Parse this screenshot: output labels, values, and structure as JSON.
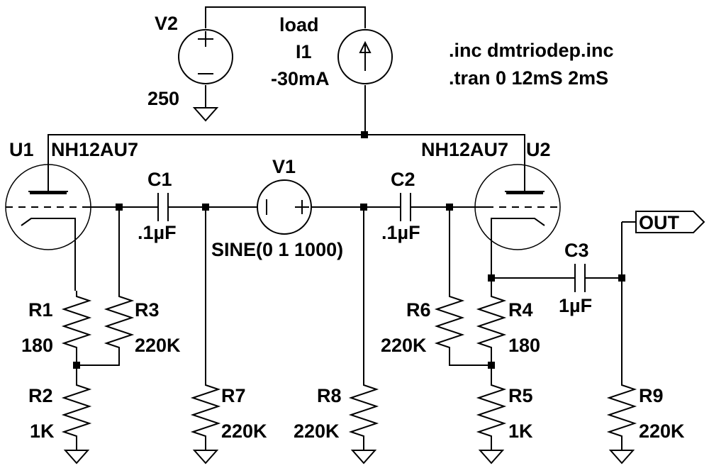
{
  "spice_directives": {
    "include": ".inc dmtriodep.inc",
    "tran": ".tran 0 12mS 2mS"
  },
  "sources": {
    "V2": {
      "name": "V2",
      "value": "250"
    },
    "I1": {
      "name": "I1",
      "label": "load",
      "value": "-30mA"
    },
    "V1": {
      "name": "V1",
      "value": "SINE(0 1 1000)"
    }
  },
  "tubes": {
    "U1": {
      "name": "U1",
      "model": "NH12AU7"
    },
    "U2": {
      "name": "U2",
      "model": "NH12AU7"
    }
  },
  "capacitors": {
    "C1": {
      "name": "C1",
      "value": ".1µF"
    },
    "C2": {
      "name": "C2",
      "value": ".1µF"
    },
    "C3": {
      "name": "C3",
      "value": "1µF"
    }
  },
  "resistors": {
    "R1": {
      "name": "R1",
      "value": "180"
    },
    "R2": {
      "name": "R2",
      "value": "1K"
    },
    "R3": {
      "name": "R3",
      "value": "220K"
    },
    "R4": {
      "name": "R4",
      "value": "180"
    },
    "R5": {
      "name": "R5",
      "value": "1K"
    },
    "R6": {
      "name": "R6",
      "value": "220K"
    },
    "R7": {
      "name": "R7",
      "value": "220K"
    },
    "R8": {
      "name": "R8",
      "value": "220K"
    },
    "R9": {
      "name": "R9",
      "value": "220K"
    }
  },
  "net_labels": {
    "out": "OUT"
  }
}
